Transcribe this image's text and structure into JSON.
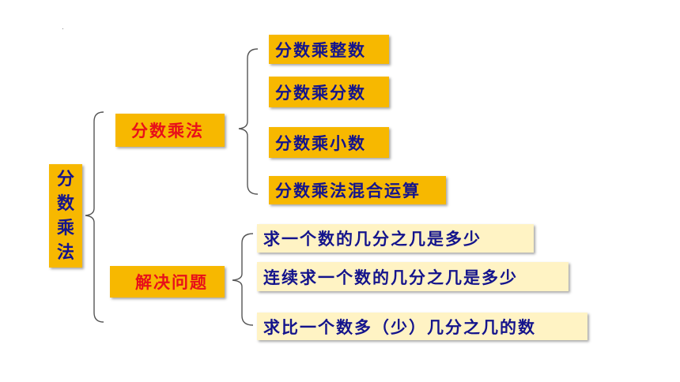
{
  "root": {
    "chars": [
      "分",
      "数",
      "乘",
      "法"
    ]
  },
  "branches": [
    {
      "label": "分数乘法",
      "color": "#e8101a",
      "children": [
        "分数乘整数",
        "分数乘分数",
        "分数乘小数",
        "分数乘法混合运算"
      ]
    },
    {
      "label": "解决问题",
      "color": "#e8101a",
      "children": [
        "求一个数的几分之几是多少",
        "连续求一个数的几分之几是多少",
        "求比一个数多（少）几分之几的数"
      ]
    }
  ],
  "colors": {
    "box_fill": "#f7b800",
    "pale_fill": "#fff3c4",
    "text": "#14148c",
    "branch_text": "#e8101a",
    "bracket": "#555555"
  }
}
